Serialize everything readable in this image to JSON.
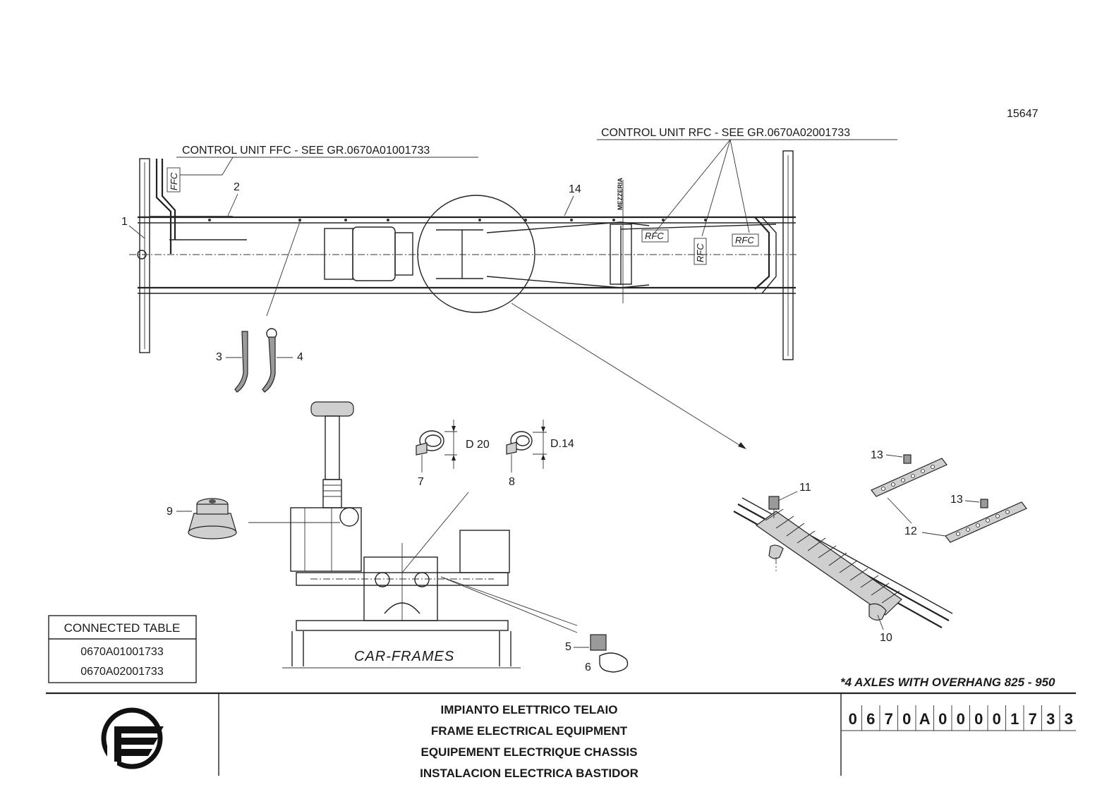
{
  "drawing_number": "15647",
  "control_unit_ffc": "CONTROL UNIT FFC - SEE GR.0670A01001733",
  "control_unit_rfc": "CONTROL UNIT RFC - SEE GR.0670A02001733",
  "tag_ffc": "FFC",
  "tag_rfc": "RFC",
  "centerline_text": "MEZZERIA",
  "callouts": [
    "1",
    "2",
    "3",
    "4",
    "5",
    "6",
    "7",
    "8",
    "9",
    "10",
    "11",
    "12",
    "13",
    "14"
  ],
  "dim_d20": "D 20",
  "dim_d14": "D.14",
  "car_frames": "CAR-FRAMES",
  "connected_table": {
    "header": "CONNECTED TABLE",
    "rows": [
      "0670A01001733",
      "0670A02001733"
    ]
  },
  "axles_note": "*4 AXLES WITH OVERHANG 825 - 950",
  "title_lines": [
    "IMPIANTO ELETTRICO TELAIO",
    "FRAME ELECTRICAL EQUIPMENT",
    "EQUIPEMENT ELECTRIQUE CHASSIS",
    "INSTALACION ELECTRICA BASTIDOR"
  ],
  "part_number_chars": [
    "0",
    "6",
    "7",
    "0",
    "A",
    "0",
    "0",
    "0",
    "0",
    "1",
    "7",
    "3",
    "3"
  ],
  "icons": {
    "logo": "astra-logo-icon"
  },
  "colors": {
    "ink": "#1a1a1a",
    "paper": "#ffffff"
  }
}
